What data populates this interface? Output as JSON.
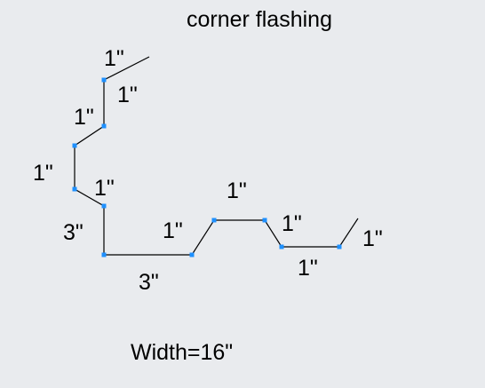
{
  "title": "corner flashing",
  "width_label": "Width=16\"",
  "dimensions": [
    "1\"",
    "1\"",
    "1\"",
    "1\"",
    "1\"",
    "3\"",
    "3\"",
    "1\"",
    "1\"",
    "1\"",
    "1\"",
    "1\""
  ],
  "colors": {
    "background": "#e9ebee",
    "line": "#000000",
    "vertex": "#1e90ff"
  }
}
